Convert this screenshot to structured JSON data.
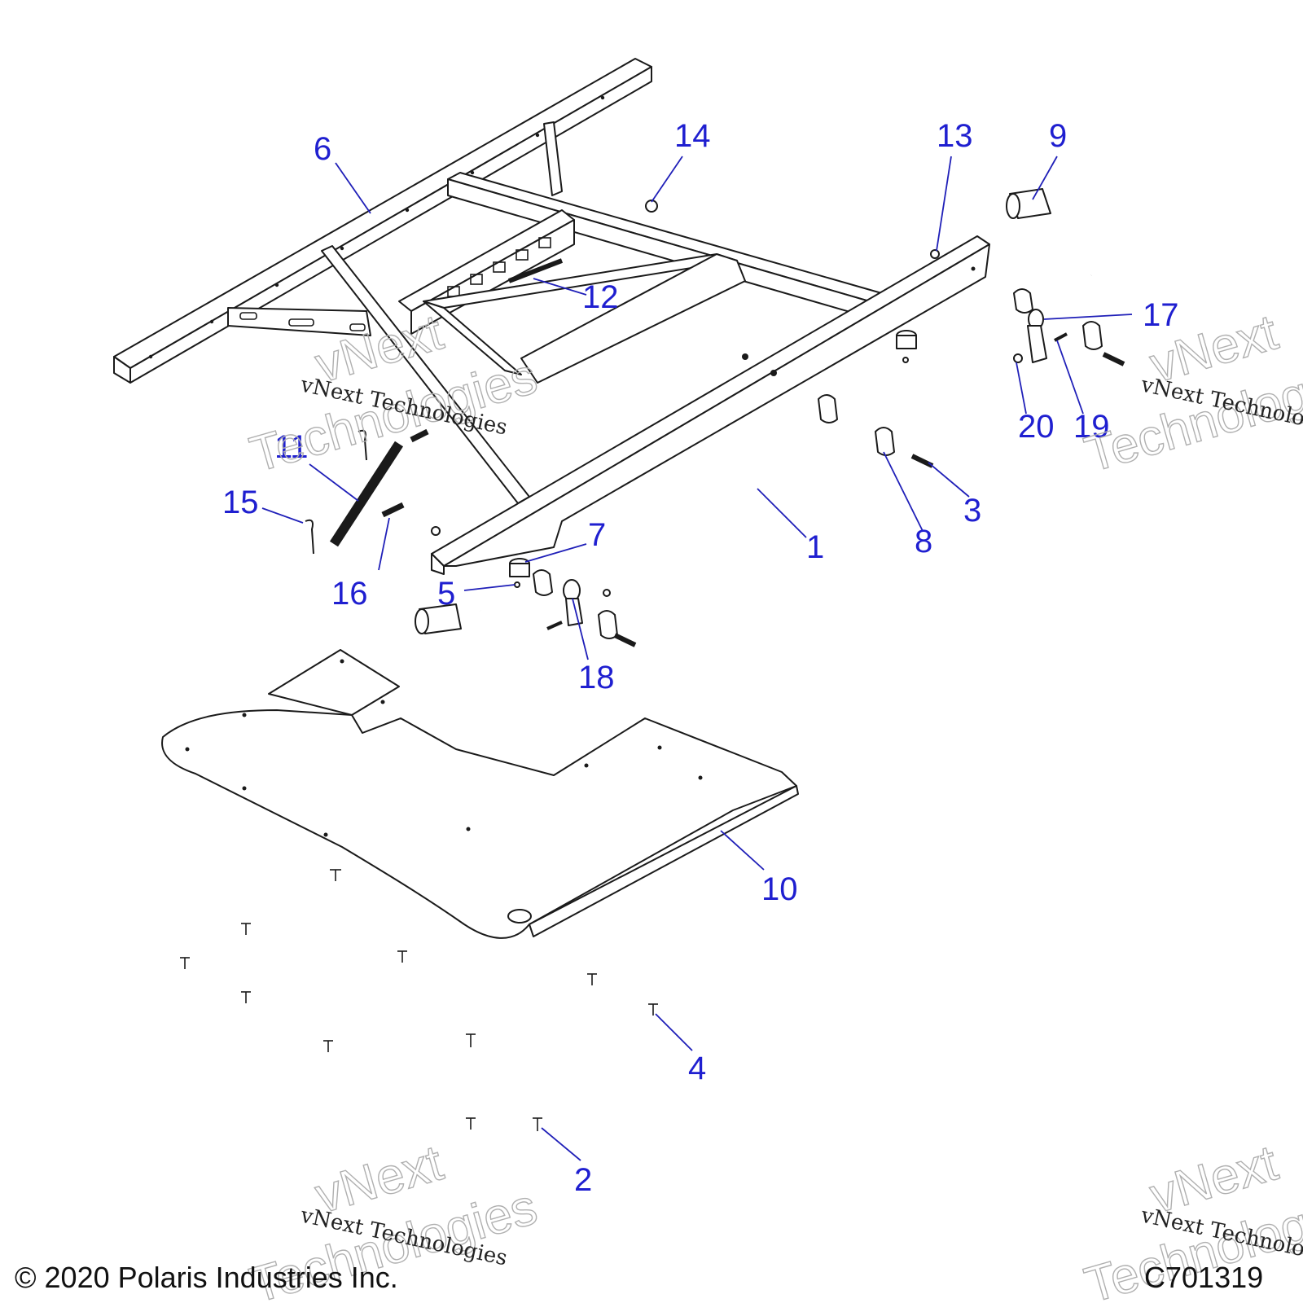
{
  "diagram": {
    "callouts": [
      {
        "id": "1",
        "label": "1"
      },
      {
        "id": "2",
        "label": "2"
      },
      {
        "id": "3",
        "label": "3"
      },
      {
        "id": "4",
        "label": "4"
      },
      {
        "id": "5",
        "label": "5"
      },
      {
        "id": "6",
        "label": "6"
      },
      {
        "id": "7",
        "label": "7"
      },
      {
        "id": "8",
        "label": "8"
      },
      {
        "id": "9",
        "label": "9"
      },
      {
        "id": "10",
        "label": "10"
      },
      {
        "id": "11",
        "label": "11"
      },
      {
        "id": "12",
        "label": "12"
      },
      {
        "id": "13",
        "label": "13"
      },
      {
        "id": "14",
        "label": "14"
      },
      {
        "id": "15",
        "label": "15"
      },
      {
        "id": "16",
        "label": "16"
      },
      {
        "id": "17",
        "label": "17"
      },
      {
        "id": "18",
        "label": "18"
      },
      {
        "id": "19",
        "label": "19"
      },
      {
        "id": "20",
        "label": "20"
      }
    ],
    "callout_color": "#1f1fd0",
    "line_color": "#1a1a1a"
  },
  "watermark": {
    "line1": "vNext Technologies",
    "line2": "vNext",
    "line3": "Technologies"
  },
  "footer": {
    "copyright": "© 2020 Polaris Industries Inc.",
    "drawing_number": "C701319"
  }
}
